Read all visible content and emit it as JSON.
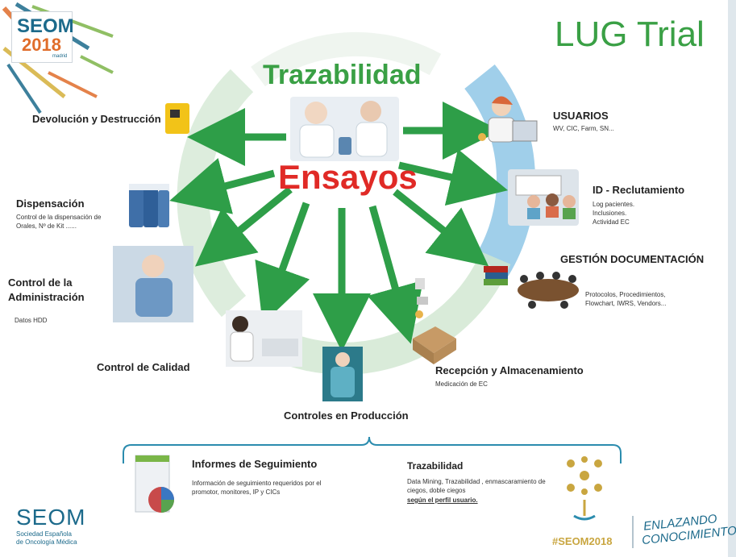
{
  "slide": {
    "title": "LUG Trial",
    "logo_top": {
      "line1": "SEOM",
      "line2": "2018",
      "tag": "madrid"
    },
    "center_top_label": "Trazabilidad",
    "center_label": "Ensayos"
  },
  "nodes": {
    "devolucion": {
      "title": "Devolución y Destrucción"
    },
    "usuarios": {
      "title": "USUARIOS",
      "sub": "WV, CIC, Farm, SN..."
    },
    "dispensacion": {
      "title": "Dispensación",
      "sub": "Control de la dispensación de Orales, Nº de Kit ......"
    },
    "id_reclutamiento": {
      "title": "ID - Reclutamiento",
      "sub1": "Log pacientes.",
      "sub2": "Inclusiones.",
      "sub3": "Actividad EC"
    },
    "gestion": {
      "title": "GESTIÓN DOCUMENTACIÓN",
      "sub": "Protocolos, Procedimientos, Flowchart, IWRS, Vendors..."
    },
    "control_admin": {
      "title1": "Control de la",
      "title2": "Administración",
      "sub": "Datos HDD"
    },
    "control_calidad": {
      "title": "Control de Calidad"
    },
    "recepcion": {
      "title": "Recepción y Almacenamiento",
      "sub": "Medicación de EC"
    },
    "controles_produccion": {
      "title": "Controles en Producción"
    }
  },
  "bottom": {
    "informes": {
      "title": "Informes de Seguimiento",
      "sub": "Información de seguimiento requeridos por el promotor, monitores, IP y CICs"
    },
    "trazabilidad": {
      "title": "Trazabilidad",
      "sub": "Data Mining, Trazabilidad , enmascaramiento de ciegos, doble ciegos",
      "sub_underlined": "según el perfil usuario."
    }
  },
  "footer": {
    "seom": "SEOM",
    "society1": "Sociedad Española",
    "society2": "de Oncología Médica",
    "hashtag": "#SEOM2018",
    "slogan1": "ENLAZANDO",
    "slogan2": "CONOCIMIENTO"
  },
  "colors": {
    "title_green": "#3aa045",
    "arrow_green": "#2e9e48",
    "ensayos_red": "#e02a26",
    "ring_blue": "#8fc7e6",
    "ring_green": "#cfe6cf",
    "seom_blue": "#1c6a8b",
    "accent_orange": "#e06d2b"
  }
}
